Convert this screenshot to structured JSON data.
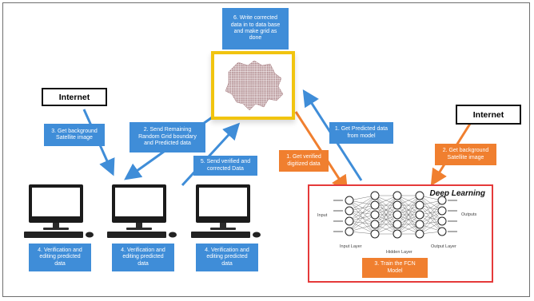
{
  "colors": {
    "blue": "#3f8dd8",
    "orange": "#f07f2f",
    "yellow": "#f1c40f",
    "red": "#e53a3a"
  },
  "internet_left": {
    "label": "Internet"
  },
  "internet_right": {
    "label": "Internet"
  },
  "steps": {
    "s6": "6. Write corrected\ndata in to data base\nand make grid as\ndone",
    "s3": "3. Get background\nSatellite image",
    "s2a": "2. Send Remaining\nRandom Grid boundary\nand Predicted data",
    "s5": "5. Send verified and\ncorrected Data",
    "s1blue": "1. Get Predicted data\nfrom model",
    "s1orange": "1. Get verified\ndigitized data",
    "s2b": "2. Get background\nSatellite image",
    "s4a": "4. Verification and\nediting predicted\ndata",
    "s4b": "4. Verification and\nediting predicted\ndata",
    "s4c": "4. Verification and\nediting predicted\ndata",
    "s3fcn": "3. Train the FCN\nModel"
  },
  "deep_learning": {
    "title": "Deep Learning",
    "input": "Input",
    "outputs": "Outputs",
    "input_layer": "Input Layer",
    "hidden_layer": "Hidden Layer",
    "output_layer": "Output Layer"
  },
  "icons": [
    "map-icon",
    "computer-icon",
    "keyboard-icon",
    "mouse-icon",
    "neural-network-icon"
  ]
}
